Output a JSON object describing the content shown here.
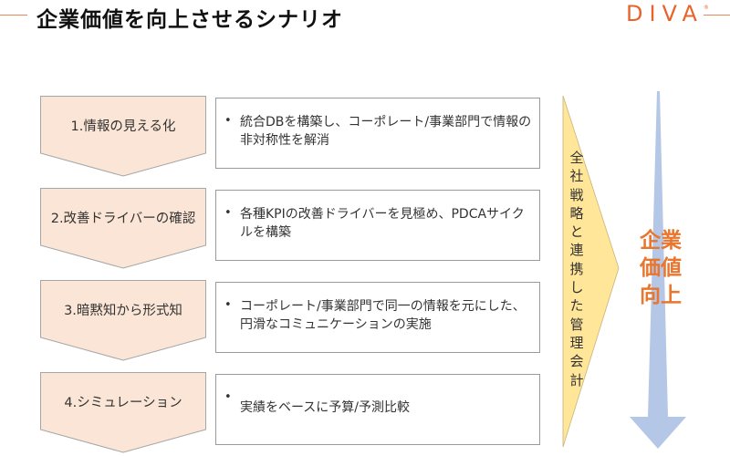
{
  "header": {
    "title": "企業価値を向上させるシナリオ",
    "logo": "DIVA",
    "logo_mark": "®"
  },
  "colors": {
    "accent": "#e8632a",
    "step_fill": "#fbe5d6",
    "strategy_fill": "#ffe699",
    "value_arrow_fill": "#b4c7e7",
    "value_text": "#e8762f"
  },
  "steps": [
    {
      "label": "1.情報の見える化",
      "description": "統合DBを構築し、コーポレート/事業部門で情報の非対称性を解消"
    },
    {
      "label": "2.改善ドライバーの確認",
      "description": "各種KPIの改善ドライバーを見極め、PDCAサイクルを構築"
    },
    {
      "label": "3.暗黙知から形式知",
      "description": "コーポレート/事業部門で同一の情報を元にした、円滑なコミュニケーションの実施"
    },
    {
      "label": "4.シミュレーション",
      "description": "実績をベースに予算/予測比較"
    }
  ],
  "bullet": "•",
  "strategy": {
    "label": "全社戦略と連携した管理会計"
  },
  "value": {
    "label": "企業価値向上"
  }
}
